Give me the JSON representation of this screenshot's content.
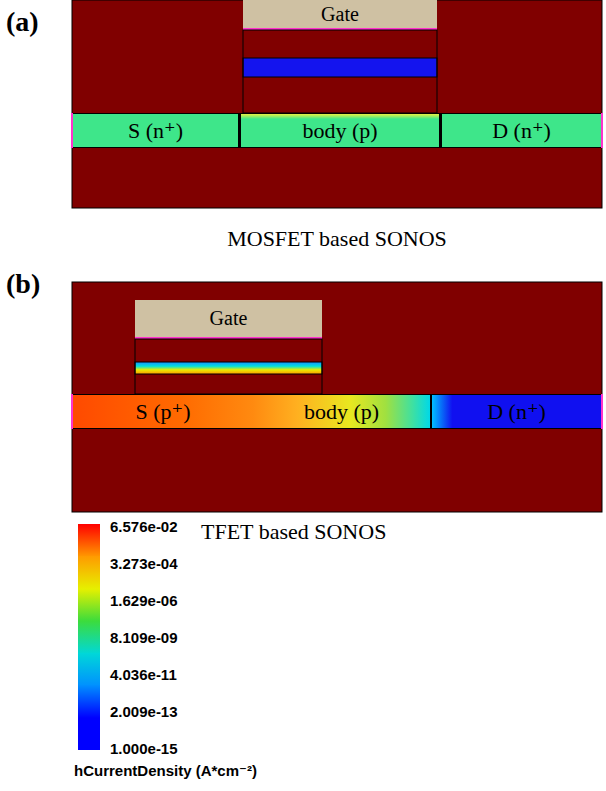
{
  "diagram": {
    "nodes": [
      {
        "text": [
          "Gate"
        ]
      },
      {
        "text": [
          "S (n⁺)"
        ]
      },
      {
        "text": [
          "body (p)"
        ]
      },
      {
        "text": [
          "D (n⁺)"
        ]
      },
      {
        "text": [
          "Gate"
        ]
      },
      {
        "text": [
          "S (p⁺)"
        ]
      },
      {
        "text": [
          "body (p)"
        ]
      },
      {
        "text": [
          "D (n⁺)"
        ]
      }
    ],
    "edges": [],
    "labels": [
      "(a)",
      "MOSFET based SONOS",
      "(b)",
      "TFET based SONOS",
      "hCurrentDensity (A*cm⁻²)"
    ],
    "legend": [
      {
        "text": "6.576e-02",
        "color": "#ff0000"
      },
      {
        "text": "3.273e-04",
        "color": "#ff9a00"
      },
      {
        "text": "1.629e-06",
        "color": "#e6f000"
      },
      {
        "text": "8.109e-09",
        "color": "#3cdc3c"
      },
      {
        "text": "4.036e-11",
        "color": "#00d8d8"
      },
      {
        "text": "2.009e-13",
        "color": "#0090ff"
      },
      {
        "text": "1.000e-15",
        "color": "#0000ff"
      }
    ]
  }
}
